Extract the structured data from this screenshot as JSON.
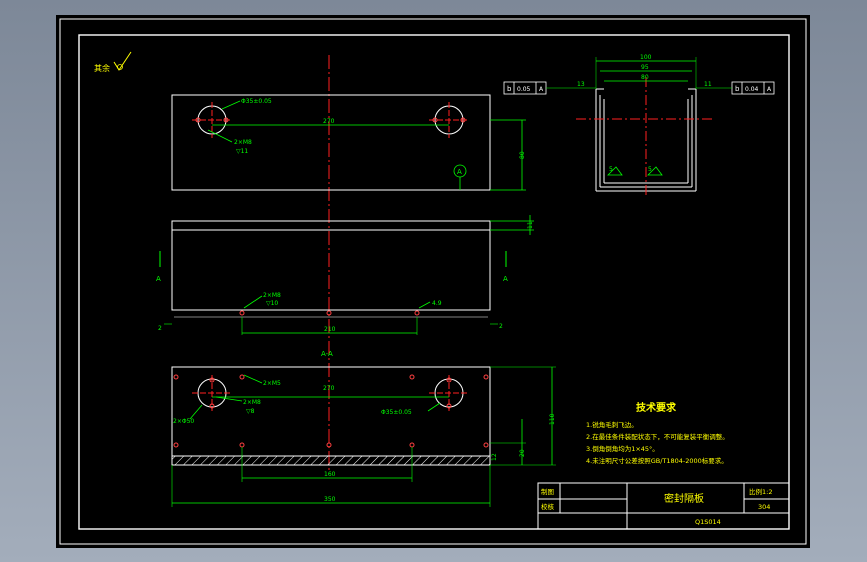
{
  "drawing": {
    "roughness_symbol": "其余",
    "title": "密封隔板",
    "scale_label": "比例1:2",
    "material": "304",
    "drawing_number": "Q1S014",
    "title_block": {
      "designer_label": "制图",
      "checker_label": "校核"
    }
  },
  "top_view": {
    "hole_dia": "Φ35±0.05",
    "hole_spec": "2×M8",
    "hole_depth": "▽11",
    "center_distance": "270",
    "height_dim": "80",
    "datum": "A"
  },
  "front_view": {
    "hole_spec": "2×M8",
    "hole_depth": "▽10",
    "thread_label": "4.9",
    "center_distance": "210",
    "thickness": "11",
    "section_mark_left": "A",
    "section_mark_right": "A",
    "edge_dim_left": "2",
    "edge_dim_right": "2"
  },
  "section_view": {
    "label": "A-A",
    "chamfer": "2×M5",
    "hole_spec_left": "2×M8",
    "hole_depth_left": "▽8",
    "hole_dia_left": "2×Φ50",
    "hole_dia_right": "Φ35±0.05",
    "center_distance": "270",
    "bottom_dim_inner": "160",
    "bottom_dim_overall": "350",
    "height_overall": "110",
    "height_mid": "20",
    "height_small": "12"
  },
  "side_view": {
    "width_overall": "100",
    "width_mid": "95",
    "width_inner": "80",
    "flatness_left": {
      "symbol": "b",
      "value": "0.05",
      "datum": "A"
    },
    "flatness_right": {
      "symbol": "b",
      "value": "0.04",
      "datum": "A"
    },
    "dim_left": "13",
    "dim_right": "11",
    "weld_left": "5",
    "weld_right": "5"
  },
  "notes": {
    "title": "技术要求",
    "items": [
      "1.锐角毛刺飞边。",
      "2.在最佳条件装配状态下，不可能复装平衡调整。",
      "3.倒角倒角均为1×45°。",
      "4.未注明尺寸公差按照GB/T1804-2000标要求。"
    ]
  }
}
